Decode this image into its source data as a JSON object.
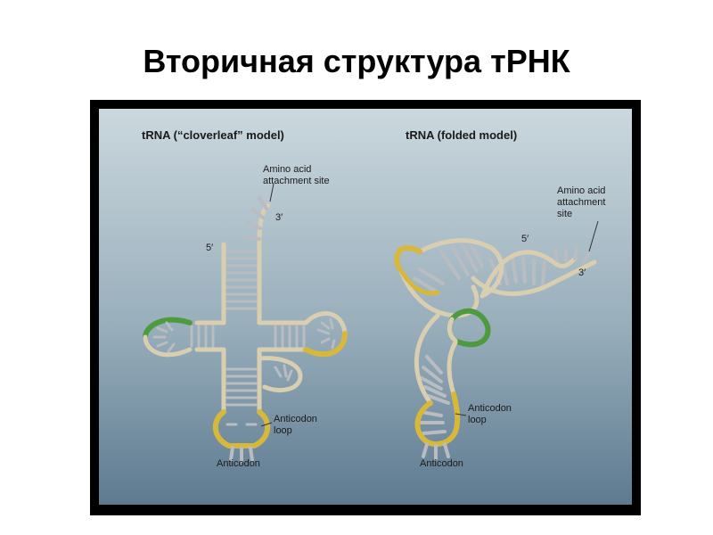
{
  "slide": {
    "title": "Вторичная структура тРНК"
  },
  "panel_left": {
    "title": "tRNA (“cloverleaf” model)",
    "attach_label_line1": "Amino acid",
    "attach_label_line2": "attachment site",
    "end3": "3′",
    "end5": "5′",
    "loop_label_line1": "Anticodon",
    "loop_label_line2": "loop",
    "anticodon_label": "Anticodon"
  },
  "panel_right": {
    "title": "tRNA (folded model)",
    "attach_label_line1": "Amino acid",
    "attach_label_line2": "attachment",
    "attach_label_line3": "site",
    "end5": "5′",
    "end3": "3′",
    "loop_label_line1": "Anticodon",
    "loop_label_line2": "loop",
    "anticodon_label": "Anticodon"
  },
  "colors": {
    "background_top": "#c9d6dd",
    "background_bottom": "#5f7d93",
    "backbone": "#d9cfb0",
    "rung": "#b9bcc0",
    "yellow_loop": "#d8b83a",
    "green_loop": "#4e9a3e"
  }
}
